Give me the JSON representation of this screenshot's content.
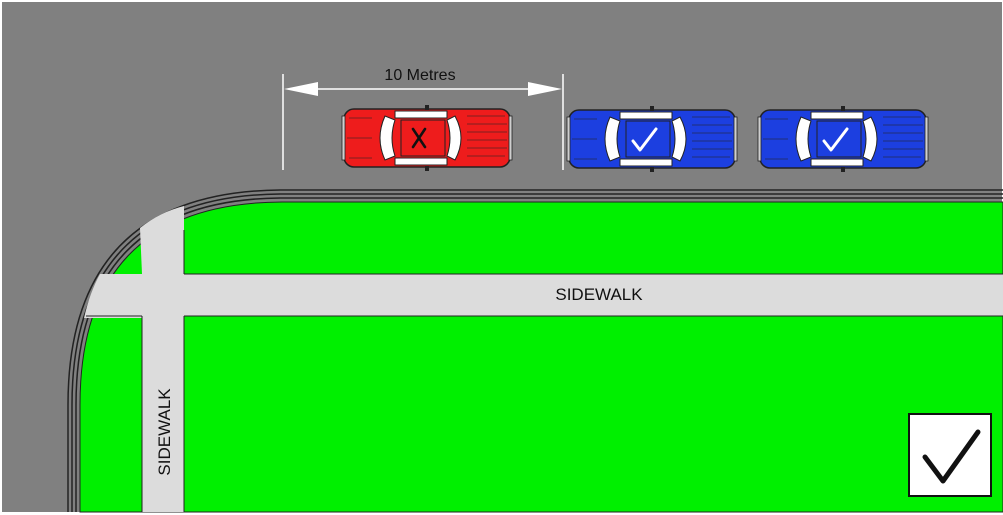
{
  "measurement": {
    "label": "10 Metres"
  },
  "sidewalks": {
    "horizontal_label": "SIDEWALK",
    "vertical_label": "SIDEWALK"
  },
  "cars": [
    {
      "id": "red-car",
      "color": "#ee1c1c",
      "roof_mark": "X",
      "meaning": "x-mark-icon"
    },
    {
      "id": "blue-car-1",
      "color": "#1c3fe0",
      "roof_mark": "check",
      "meaning": "check-mark-icon"
    },
    {
      "id": "blue-car-2",
      "color": "#1c3fe0",
      "roof_mark": "check",
      "meaning": "check-mark-icon"
    }
  ],
  "colors": {
    "road": "#808080",
    "grass": "#00f000",
    "sidewalk": "#dcdcdc",
    "red_car": "#ee1c1c",
    "blue_car": "#1c3fe0"
  },
  "corner_badge": {
    "icon": "check-mark-icon"
  }
}
